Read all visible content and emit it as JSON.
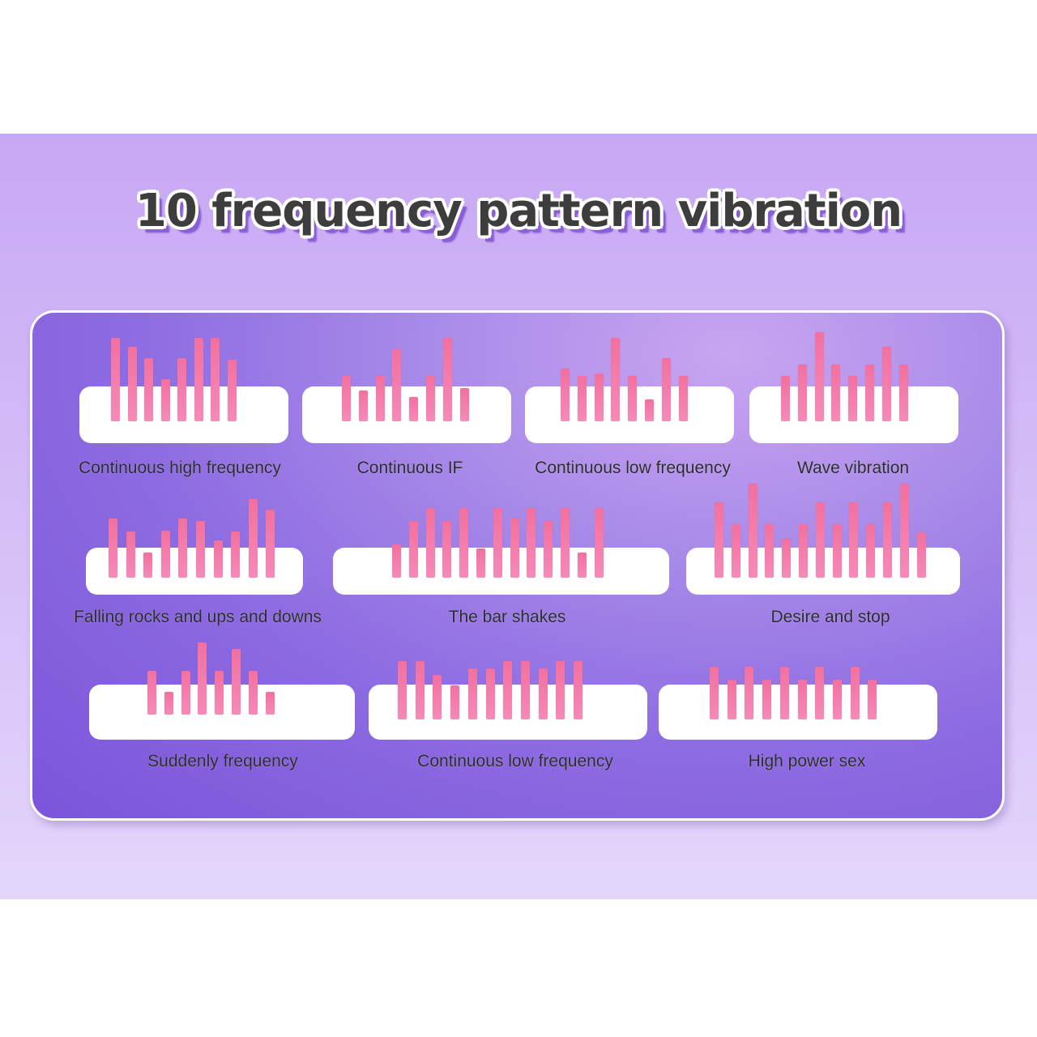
{
  "title": "10 frequency pattern vibration",
  "colors": {
    "background_top": "#c7a8f4",
    "panel": "#8e6ce2",
    "bar": "#f2709f",
    "pill": "#ffffff",
    "label_text": "#2b2b2b"
  },
  "patterns": [
    {
      "label": "Continuous high frequency",
      "levels": [
        0.95,
        0.85,
        0.72,
        0.48,
        0.72,
        0.95,
        0.95,
        0.7
      ]
    },
    {
      "label": "Continuous IF",
      "levels": [
        0.52,
        0.35,
        0.52,
        0.82,
        0.28,
        0.52,
        0.95,
        0.38
      ]
    },
    {
      "label": "Continuous low frequency",
      "levels": [
        0.6,
        0.52,
        0.55,
        0.95,
        0.52,
        0.25,
        0.72,
        0.52
      ]
    },
    {
      "label": "Wave vibration",
      "levels": [
        0.48,
        0.6,
        0.95,
        0.6,
        0.48,
        0.6,
        0.79,
        0.6
      ]
    },
    {
      "label": "Falling rocks and ups and downs",
      "levels": [
        0.72,
        0.56,
        0.3,
        0.57,
        0.72,
        0.69,
        0.45,
        0.56,
        0.95,
        0.82
      ]
    },
    {
      "label": "The bar shakes",
      "levels": [
        0.45,
        0.78,
        0.95,
        0.78,
        0.95,
        0.4,
        0.95,
        0.81,
        0.95,
        0.78,
        0.95,
        0.34,
        0.95
      ]
    },
    {
      "label": "Desire and stop",
      "levels": [
        0.8,
        0.57,
        1.0,
        0.57,
        0.41,
        0.57,
        0.8,
        0.57,
        0.8,
        0.57,
        0.8,
        1.0,
        0.48
      ]
    },
    {
      "label": "Suddenly frequency",
      "levels": [
        0.57,
        0.3,
        0.57,
        0.95,
        0.57,
        0.86,
        0.57,
        0.3
      ]
    },
    {
      "label": "Continuous low frequency",
      "levels": [
        0.82,
        0.82,
        0.63,
        0.48,
        0.72,
        0.72,
        0.82,
        0.82,
        0.72,
        0.82,
        0.82
      ]
    },
    {
      "label": "High power sex",
      "levels": [
        0.95,
        0.72,
        0.95,
        0.72,
        0.95,
        0.72,
        0.95,
        0.72,
        0.95,
        0.72
      ]
    }
  ]
}
